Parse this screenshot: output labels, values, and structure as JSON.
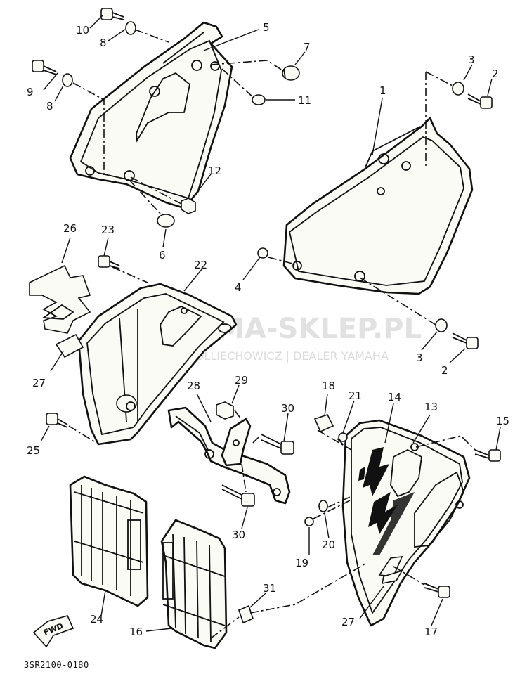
{
  "diagram_code": "3SR2100-0180",
  "fwd_label": "FWD",
  "watermark": {
    "brand": "YAMA-SKLEP.PL",
    "tagline": "WOLLIECHOWICZ | DEALER YAMAHA",
    "logo_color": "#e06060",
    "text_color": "#c9c9c9"
  },
  "callouts": {
    "c1": "1",
    "c2a": "2",
    "c2b": "2",
    "c3a": "3",
    "c3b": "3",
    "c4": "4",
    "c5": "5",
    "c6": "6",
    "c7": "7",
    "c8a": "8",
    "c8b": "8",
    "c9": "9",
    "c10": "10",
    "c11": "11",
    "c12": "12",
    "c13": "13",
    "c14": "14",
    "c15": "15",
    "c16": "16",
    "c17": "17",
    "c18": "18",
    "c19": "19",
    "c20": "20",
    "c21": "21",
    "c22": "22",
    "c23": "23",
    "c24": "24",
    "c25": "25",
    "c26": "26",
    "c27a": "27",
    "c27b": "27",
    "c28": "28",
    "c29": "29",
    "c30a": "30",
    "c30b": "30",
    "c31": "31"
  }
}
